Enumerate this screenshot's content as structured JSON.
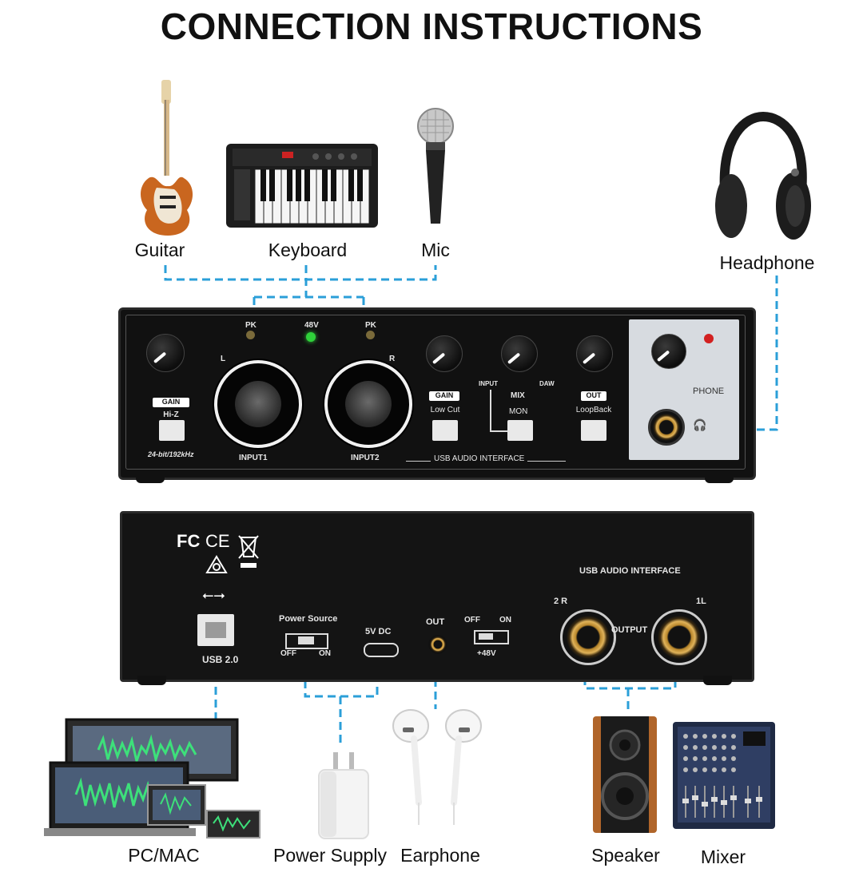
{
  "title": "CONNECTION INSTRUCTIONS",
  "devices": {
    "guitar": "Guitar",
    "keyboard": "Keyboard",
    "mic": "Mic",
    "headphone": "Headphone",
    "pc": "PC/MAC",
    "power_supply": "Power Supply",
    "earphone": "Earphone",
    "speaker": "Speaker",
    "mixer": "Mixer"
  },
  "front_panel": {
    "pk_left": "PK",
    "led_48v": "48V",
    "pk_right": "PK",
    "gain": "GAIN",
    "hi_z": "Hi-Z",
    "spec": "24-bit/192kHz",
    "left": "L",
    "right": "R",
    "input1": "INPUT1",
    "input2": "INPUT2",
    "gain2": "GAIN",
    "low_cut": "Low Cut",
    "mix_input": "INPUT",
    "mix": "MIX",
    "mix_daw": "DAW",
    "mon": "MON",
    "out": "OUT",
    "loopback": "LoopBack",
    "phone": "PHONE",
    "usb_audio_interface": "USB AUDIO INTERFACE"
  },
  "rear_panel": {
    "fc": "FC",
    "ce": "CE",
    "usb_audio_interface": "USB AUDIO INTERFACE",
    "usb": "USB 2.0",
    "power_source": "Power Source",
    "ps_off": "OFF",
    "ps_on": "ON",
    "dc": "5V DC",
    "out": "OUT",
    "ph_off": "OFF",
    "ph_on": "ON",
    "phantom": "+48V",
    "r2": "2 R",
    "l1": "1L",
    "output": "OUTPUT"
  },
  "colors": {
    "cable": "#2b9fd8",
    "panel": "#141414",
    "led_green": "#2fd13a",
    "led_red": "#d22020",
    "accent_gold": "#d4a64a"
  }
}
